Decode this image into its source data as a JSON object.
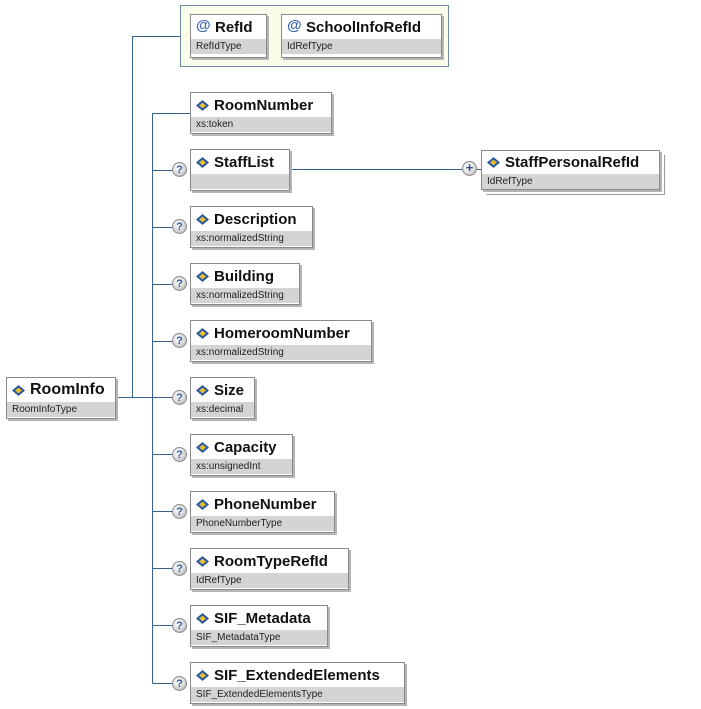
{
  "root": {
    "name": "RoomInfo",
    "type": "RoomInfoType",
    "icon": "element-icon"
  },
  "attributes": [
    {
      "name": "RefId",
      "type": "RefIdType",
      "icon": "attribute-icon"
    },
    {
      "name": "SchoolInfoRefId",
      "type": "IdRefType",
      "icon": "attribute-icon"
    }
  ],
  "children": [
    {
      "name": "RoomNumber",
      "type": "xs:token",
      "optional": false
    },
    {
      "name": "StaffList",
      "type": "",
      "optional": true
    },
    {
      "name": "Description",
      "type": "xs:normalizedString",
      "optional": true
    },
    {
      "name": "Building",
      "type": "xs:normalizedString",
      "optional": true
    },
    {
      "name": "HomeroomNumber",
      "type": "xs:normalizedString",
      "optional": true
    },
    {
      "name": "Size",
      "type": "xs:decimal",
      "optional": true
    },
    {
      "name": "Capacity",
      "type": "xs:unsignedInt",
      "optional": true
    },
    {
      "name": "PhoneNumber",
      "type": "PhoneNumberType",
      "optional": true
    },
    {
      "name": "RoomTypeRefId",
      "type": "IdRefType",
      "optional": true
    },
    {
      "name": "SIF_Metadata",
      "type": "SIF_MetadataType",
      "optional": true
    },
    {
      "name": "SIF_ExtendedElements",
      "type": "SIF_ExtendedElementsType",
      "optional": true
    }
  ],
  "stafflist_child": {
    "name": "StaffPersonalRefId",
    "type": "IdRefType",
    "multiple": true
  },
  "icons": {
    "optional_marker": "?",
    "expand_marker": "+",
    "attribute_marker": "@"
  },
  "colors": {
    "connector": "#34628a",
    "attribute_group_bg": "#fcfcea",
    "type_bar": "#d4d4d4",
    "icon_blue": "#2f63b5",
    "icon_gold": "#f0c020"
  }
}
